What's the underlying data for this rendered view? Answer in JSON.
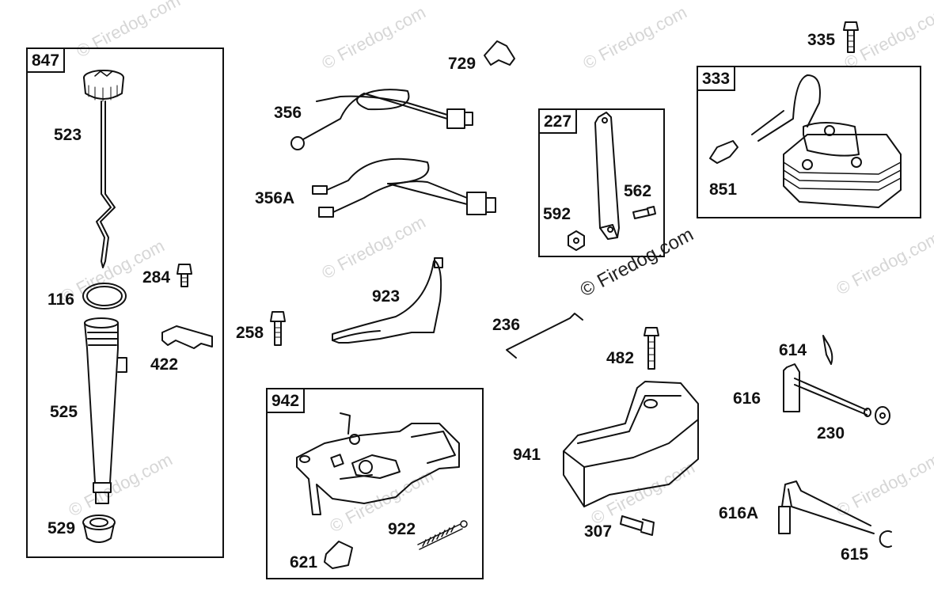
{
  "watermark": "© Firedog.com",
  "groups": {
    "g847": "847",
    "g227": "227",
    "g333": "333",
    "g942": "942"
  },
  "parts": {
    "p523": "523",
    "p284": "284",
    "p116": "116",
    "p422": "422",
    "p525": "525",
    "p529": "529",
    "p356": "356",
    "p356A": "356A",
    "p729": "729",
    "p923": "923",
    "p258": "258",
    "p592": "592",
    "p562": "562",
    "p335": "335",
    "p851": "851",
    "p236": "236",
    "p482": "482",
    "p614": "614",
    "p616": "616",
    "p230": "230",
    "p941": "941",
    "p307": "307",
    "p616A": "616A",
    "p615": "615",
    "p922": "922",
    "p621": "621"
  },
  "colors": {
    "line": "#111111",
    "watermark": "#d6d6d6"
  }
}
